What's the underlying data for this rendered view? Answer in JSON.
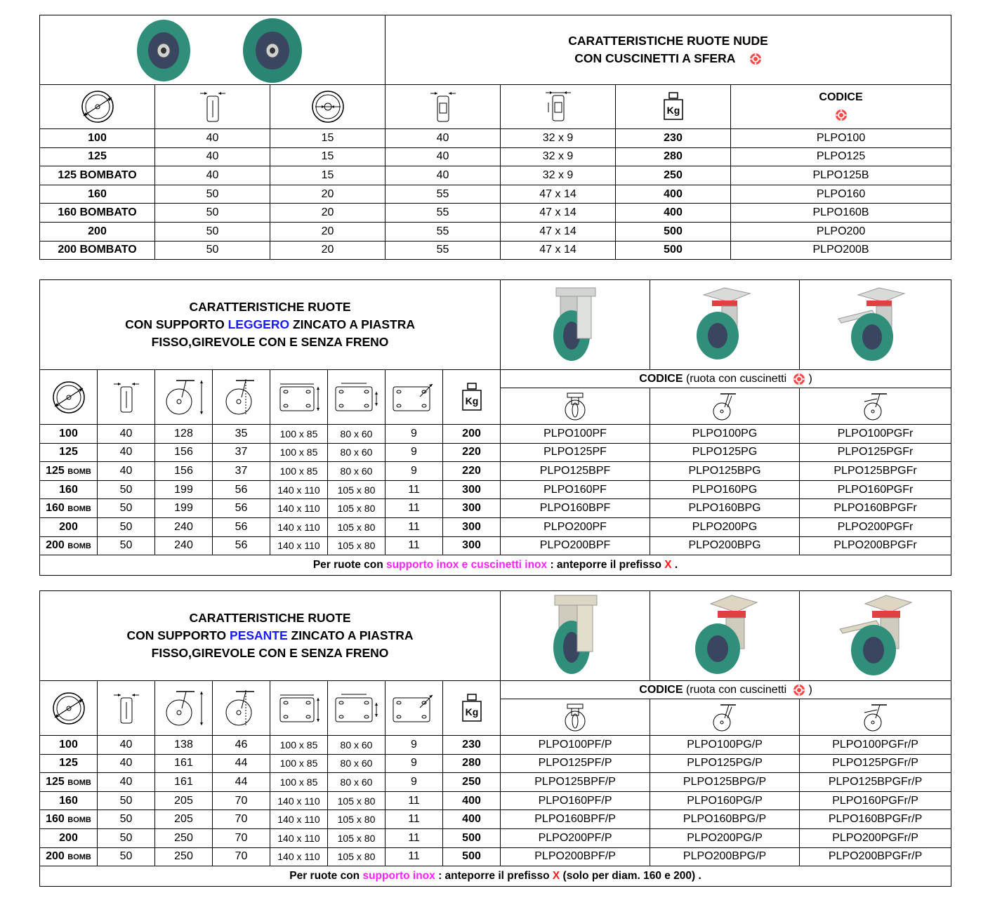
{
  "section1": {
    "title_line1": "CARATTERISTICHE RUOTE NUDE",
    "title_line2": "CON CUSCINETTI A SFERA",
    "codice_label": "CODICE",
    "kg_label": "Kg",
    "rows": [
      [
        "100",
        "40",
        "15",
        "40",
        "32 x 9",
        "230",
        "PLPO100"
      ],
      [
        "125",
        "40",
        "15",
        "40",
        "32 x 9",
        "280",
        "PLPO125"
      ],
      [
        "125 BOMBATO",
        "40",
        "15",
        "40",
        "32 x 9",
        "250",
        "PLPO125B"
      ],
      [
        "160",
        "50",
        "20",
        "55",
        "47 x 14",
        "400",
        "PLPO160"
      ],
      [
        "160 BOMBATO",
        "50",
        "20",
        "55",
        "47 x 14",
        "400",
        "PLPO160B"
      ],
      [
        "200",
        "50",
        "20",
        "55",
        "47 x 14",
        "500",
        "PLPO200"
      ],
      [
        "200 BOMBATO",
        "50",
        "20",
        "55",
        "47 x 14",
        "500",
        "PLPO200B"
      ]
    ]
  },
  "section2": {
    "title_line1": "CARATTERISTICHE RUOTE",
    "title_line2_pre": "CON SUPPORTO ",
    "title_line2_highlight": "LEGGERO",
    "title_line2_post": " ZINCATO A PIASTRA",
    "title_line3": "FISSO,GIREVOLE CON E SENZA FRENO",
    "codice_label": "CODICE",
    "codice_note_pre": "(ruota con cuscinetti",
    "codice_note_post": ")",
    "kg_label": "Kg",
    "rows": [
      [
        "100",
        "",
        "40",
        "128",
        "35",
        "100 x 85",
        "80 x 60",
        "9",
        "200",
        "PLPO100PF",
        "PLPO100PG",
        "PLPO100PGFr"
      ],
      [
        "125",
        "",
        "40",
        "156",
        "37",
        "100 x 85",
        "80 x 60",
        "9",
        "220",
        "PLPO125PF",
        "PLPO125PG",
        "PLPO125PGFr"
      ],
      [
        "125",
        "BOMB",
        "40",
        "156",
        "37",
        "100 x 85",
        "80 x 60",
        "9",
        "220",
        "PLPO125BPF",
        "PLPO125BPG",
        "PLPO125BPGFr"
      ],
      [
        "160",
        "",
        "50",
        "199",
        "56",
        "140 x 110",
        "105 x 80",
        "11",
        "300",
        "PLPO160PF",
        "PLPO160PG",
        "PLPO160PGFr"
      ],
      [
        "160",
        "BOMB",
        "50",
        "199",
        "56",
        "140 x 110",
        "105 x 80",
        "11",
        "300",
        "PLPO160BPF",
        "PLPO160BPG",
        "PLPO160BPGFr"
      ],
      [
        "200",
        "",
        "50",
        "240",
        "56",
        "140 x 110",
        "105 x 80",
        "11",
        "300",
        "PLPO200PF",
        "PLPO200PG",
        "PLPO200PGFr"
      ],
      [
        "200",
        "BOMB",
        "50",
        "240",
        "56",
        "140 x 110",
        "105 x 80",
        "11",
        "300",
        "PLPO200BPF",
        "PLPO200BPG",
        "PLPO200BPGFr"
      ]
    ],
    "note_pre": "Per ruote con ",
    "note_highlight": "supporto inox e cuscinetti inox",
    "note_mid": " : anteporre il prefisso ",
    "note_x": "X",
    "note_post": " ."
  },
  "section3": {
    "title_line1": "CARATTERISTICHE RUOTE",
    "title_line2_pre": "CON SUPPORTO ",
    "title_line2_highlight": "PESANTE",
    "title_line2_post": " ZINCATO A PIASTRA",
    "title_line3": "FISSO,GIREVOLE CON E SENZA FRENO",
    "codice_label": "CODICE",
    "codice_note_pre": "(ruota con cuscinetti",
    "codice_note_post": ")",
    "kg_label": "Kg",
    "rows": [
      [
        "100",
        "",
        "40",
        "138",
        "46",
        "100 x 85",
        "80 x 60",
        "9",
        "230",
        "PLPO100PF/P",
        "PLPO100PG/P",
        "PLPO100PGFr/P"
      ],
      [
        "125",
        "",
        "40",
        "161",
        "44",
        "100 x 85",
        "80 x 60",
        "9",
        "280",
        "PLPO125PF/P",
        "PLPO125PG/P",
        "PLPO125PGFr/P"
      ],
      [
        "125",
        "BOMB",
        "40",
        "161",
        "44",
        "100 x 85",
        "80 x 60",
        "9",
        "250",
        "PLPO125BPF/P",
        "PLPO125BPG/P",
        "PLPO125BPGFr/P"
      ],
      [
        "160",
        "",
        "50",
        "205",
        "70",
        "140 x 110",
        "105 x 80",
        "11",
        "400",
        "PLPO160PF/P",
        "PLPO160PG/P",
        "PLPO160PGFr/P"
      ],
      [
        "160",
        "BOMB",
        "50",
        "205",
        "70",
        "140 x 110",
        "105 x 80",
        "11",
        "400",
        "PLPO160BPF/P",
        "PLPO160BPG/P",
        "PLPO160BPGFr/P"
      ],
      [
        "200",
        "",
        "50",
        "250",
        "70",
        "140 x 110",
        "105 x 80",
        "11",
        "500",
        "PLPO200PF/P",
        "PLPO200PG/P",
        "PLPO200PGFr/P"
      ],
      [
        "200",
        "BOMB",
        "50",
        "250",
        "70",
        "140 x 110",
        "105 x 80",
        "11",
        "500",
        "PLPO200BPF/P",
        "PLPO200BPG/P",
        "PLPO200BPGFr/P"
      ]
    ],
    "note_pre": "Per ruote con ",
    "note_highlight": "supporto inox",
    "note_mid": " : anteporre il prefisso ",
    "note_x": "X",
    "note_post": " (solo per diam. 160 e 200) ."
  },
  "colors": {
    "wheel_tread": "#2f8f7a",
    "wheel_hub": "#3a4660",
    "zinc": "#c9ccc8",
    "accent_blue": "#1a1aff",
    "accent_magenta": "#ff22ff",
    "accent_red": "#ff1a1a"
  },
  "icons": [
    "wheel-diameter-icon",
    "wheel-width-icon",
    "hub-bore-icon",
    "hub-length-icon",
    "axle-dimension-icon",
    "load-weight-icon",
    "ball-bearing-icon",
    "caster-height-icon",
    "swivel-offset-icon",
    "plate-size-icon",
    "hole-spacing-icon",
    "hole-diameter-icon",
    "fixed-caster-icon",
    "swivel-caster-icon",
    "swivel-brake-caster-icon"
  ]
}
